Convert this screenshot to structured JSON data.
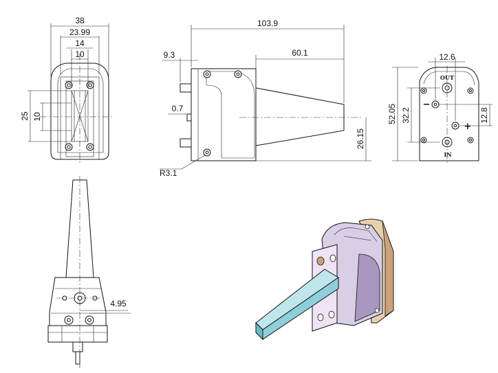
{
  "dimensions": {
    "front_width_outer": "38",
    "front_width_mid": "23.99",
    "front_width_inner": "14",
    "front_width_slot": "10",
    "front_height_outer": "25",
    "front_height_inner": "10",
    "side_overall_length": "103.9",
    "side_nozzle_length": "60.1",
    "side_flange_thickness": "9.3",
    "side_gap": "0.7",
    "side_center_height": "26.15",
    "side_radius": "R3.1",
    "rear_port_spacing": "12.6",
    "rear_height_overall": "52.05",
    "rear_height_ports": "32.2",
    "rear_offset": "12.8",
    "bottom_offset": "4.95"
  },
  "markings": {
    "out": "OUT",
    "in": "IN",
    "minus": "−",
    "plus": "+"
  },
  "colors": {
    "line": "#111111",
    "nozzle_top": "#bfe6ec",
    "nozzle_side": "#6fb9c6",
    "body": "#d8cfe6",
    "body_shade": "#a898c0",
    "flange": "#e8cfae",
    "flange_shade": "#c9a27c"
  }
}
